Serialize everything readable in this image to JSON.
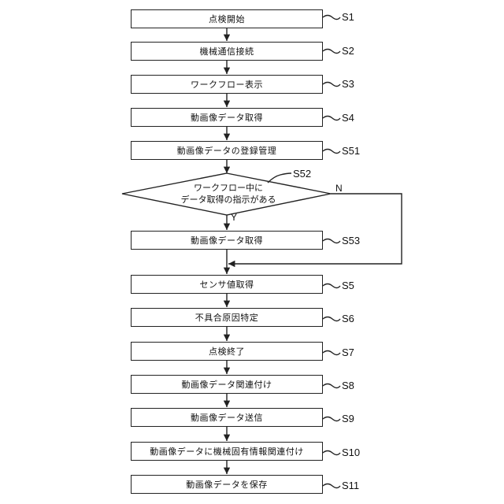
{
  "steps": [
    {
      "id": "S1",
      "label": "点検開始"
    },
    {
      "id": "S2",
      "label": "機械通信接続"
    },
    {
      "id": "S3",
      "label": "ワークフロー表示"
    },
    {
      "id": "S4",
      "label": "動画像データ取得"
    },
    {
      "id": "S51",
      "label": "動画像データの登録管理"
    },
    {
      "id": "S53",
      "label": "動画像データ取得"
    },
    {
      "id": "S5",
      "label": "センサ値取得"
    },
    {
      "id": "S6",
      "label": "不具合原因特定"
    },
    {
      "id": "S7",
      "label": "点検終了"
    },
    {
      "id": "S8",
      "label": "動画像データ関連付け"
    },
    {
      "id": "S9",
      "label": "動画像データ送信"
    },
    {
      "id": "S10",
      "label": "動画像データに機械固有情報関連付け"
    },
    {
      "id": "S11",
      "label": "動画像データを保存"
    }
  ],
  "decision": {
    "id": "S52",
    "line1": "ワークフロー中に",
    "line2": "データ取得の指示がある",
    "yes": "Y",
    "no": "N"
  }
}
